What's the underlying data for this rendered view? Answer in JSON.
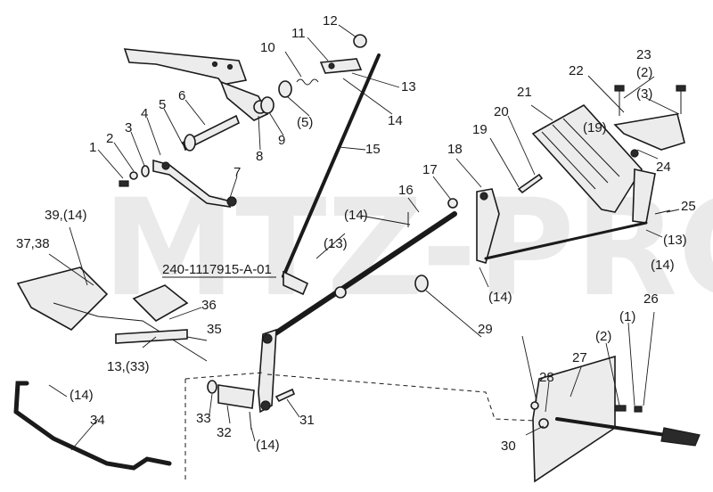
{
  "watermark": "MTZ-PRO",
  "reference_label": "240-1117915-A-01",
  "callouts": {
    "c1": "1",
    "c2": "2",
    "c3": "3",
    "c4": "4",
    "c5": "5",
    "c6": "6",
    "c7": "7",
    "c8": "8",
    "c9": "9",
    "c5p": "(5)",
    "c10": "10",
    "c11": "11",
    "c12": "12",
    "c13a": "13",
    "c14a": "14",
    "c15": "15",
    "c16": "16",
    "c17": "17",
    "c18": "18",
    "c19": "19",
    "c20": "20",
    "c21": "21",
    "c19p": "(19)",
    "c22": "22",
    "c23": "23",
    "c2p": "(2)",
    "c3p": "(3)",
    "c24": "24",
    "c25": "25",
    "c13p": "(13)",
    "c14p": "(14)",
    "c39": "39,(14)",
    "c3738": "37,38",
    "c14m": "(14)",
    "c13mp": "(13)",
    "c36": "36",
    "c35": "35",
    "c1333": "13,(33)",
    "c14s": "(14)",
    "c29": "29",
    "c26": "26",
    "c1p": "(1)",
    "c2pp": "(2)",
    "c27": "27",
    "c28": "28",
    "c30": "30",
    "c14l": "(14)",
    "c34": "34",
    "c33": "33",
    "c32": "32",
    "c14b": "(14)",
    "c31": "31"
  }
}
